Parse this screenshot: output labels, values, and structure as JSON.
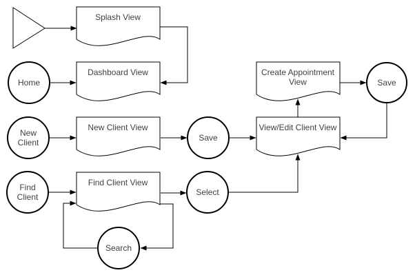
{
  "diagram": {
    "colors": {
      "background": "#ffffff",
      "shape_fill": "#ffffff",
      "shape_stroke": "#000000",
      "label_text": "#404040"
    },
    "nodes": {
      "splash_view": {
        "label": "Splash View"
      },
      "dashboard_view": {
        "label": "Dashboard View"
      },
      "new_client_view": {
        "label": "New Client View"
      },
      "find_client_view": {
        "label": "Find Client View"
      },
      "view_edit_client_view": {
        "label": "View/Edit Client View"
      },
      "create_appointment_view": {
        "line1": "Create Appointment",
        "line2": "View"
      },
      "home": {
        "label": "Home"
      },
      "new_client": {
        "line1": "New",
        "line2": "Client"
      },
      "find_client": {
        "line1": "Find",
        "line2": "Client"
      },
      "save_new_client": {
        "label": "Save"
      },
      "save_appointment": {
        "label": "Save"
      },
      "select": {
        "label": "Select"
      },
      "search": {
        "label": "Search"
      }
    }
  }
}
